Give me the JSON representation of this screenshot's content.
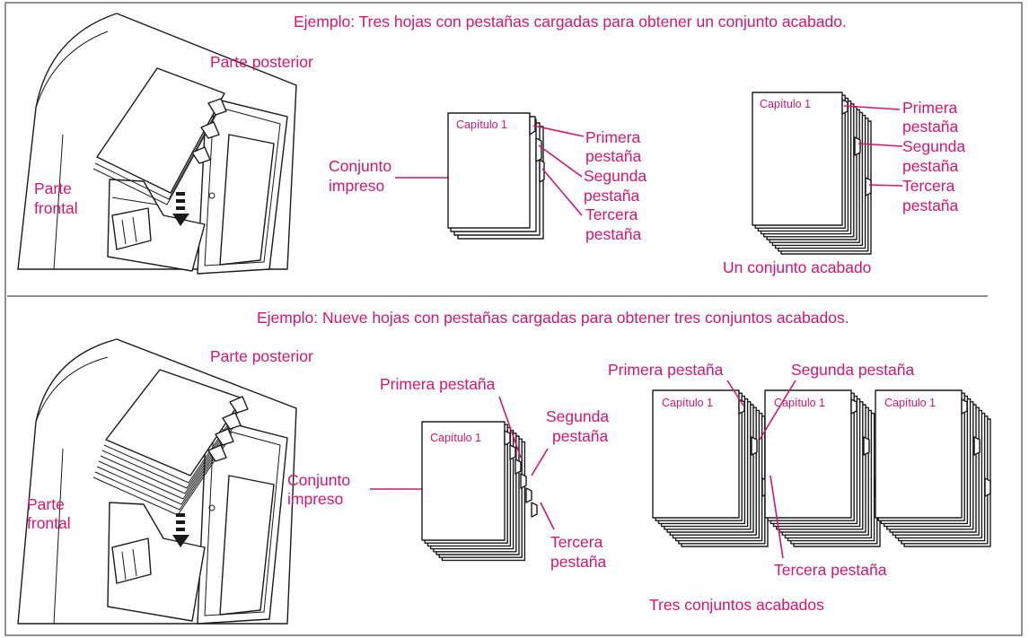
{
  "top": {
    "caption": "Ejemplo: Tres hojas con pestañas cargadas para obtener un conjunto acabado.",
    "rear_label": "Parte posterior",
    "front_label": [
      "Parte",
      "frontal"
    ],
    "printed_set_label": [
      "Conjunto",
      "impreso"
    ],
    "chapter_label": "Capítulo 1",
    "first_tab": [
      "Primera",
      "pestaña"
    ],
    "second_tab": [
      "Segunda",
      "pestaña"
    ],
    "third_tab": [
      "Tercera",
      "pestaña"
    ],
    "finished_chapter_label": "Capítulo 1",
    "finished_first_tab": [
      "Primera",
      "pestaña"
    ],
    "finished_second_tab": [
      "Segunda",
      "pestaña"
    ],
    "finished_third_tab": [
      "Tercera",
      "pestaña"
    ],
    "finished_caption": "Un conjunto acabado"
  },
  "bottom": {
    "caption": "Ejemplo: Nueve hojas con pestañas cargadas para obtener tres conjuntos acabados.",
    "rear_label": "Parte posterior",
    "front_label": [
      "Parte",
      "frontal"
    ],
    "printed_set_label": [
      "Conjunto",
      "impreso"
    ],
    "chapter_label": "Capítulo 1",
    "first_tab": "Primera pestaña",
    "second_tab": [
      "Segunda",
      "pestaña"
    ],
    "third_tab": [
      "Tercera",
      "pestaña"
    ],
    "sets_first_tab": "Primera pestaña",
    "sets_second_tab": "Segunda pestaña",
    "sets_third_tab": "Tercera pestaña",
    "set_chapter_labels": [
      "Capítulo 1",
      "Capítulo 1",
      "Capítulo 1"
    ],
    "finished_caption": "Tres conjuntos acabados"
  },
  "colors": {
    "label": "#d6156e",
    "line_art": "#1a1a1a",
    "frame": "#6d6d6d"
  }
}
